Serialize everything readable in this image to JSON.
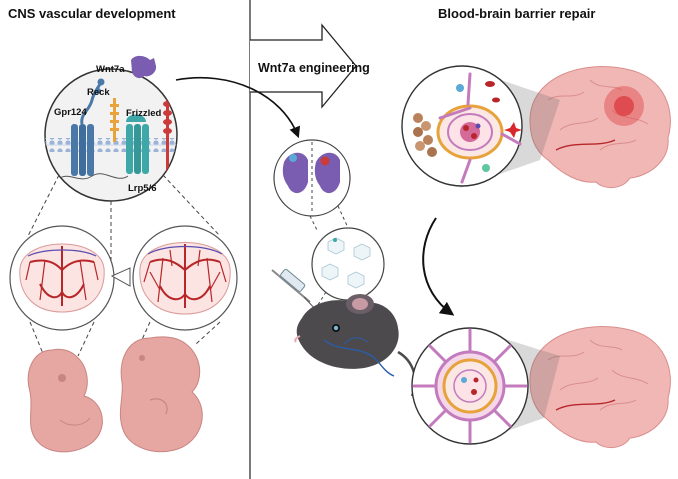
{
  "headings": {
    "left": "CNS vascular development",
    "right": "Blood-brain barrier repair"
  },
  "arrow_label": "Wnt7a engineering",
  "receptor_labels": {
    "ligand": "Wnt7a",
    "reck": "Reck",
    "gpr124": "Gpr124",
    "frizzled": "Frizzled",
    "lrp": "Lrp5/6"
  },
  "colors": {
    "membrane": "#9bb3d6",
    "gpr124": "#4a79a8",
    "frizzled": "#3ea8a8",
    "wnt7a": "#7a5cb0",
    "reck": "#e8a33a",
    "lrp": "#cc3b3b",
    "vessel": "#b8262a",
    "embryo": "#e6a6a2",
    "brain": "#f1b7b5",
    "pericyte": "#c47bbd"
  }
}
